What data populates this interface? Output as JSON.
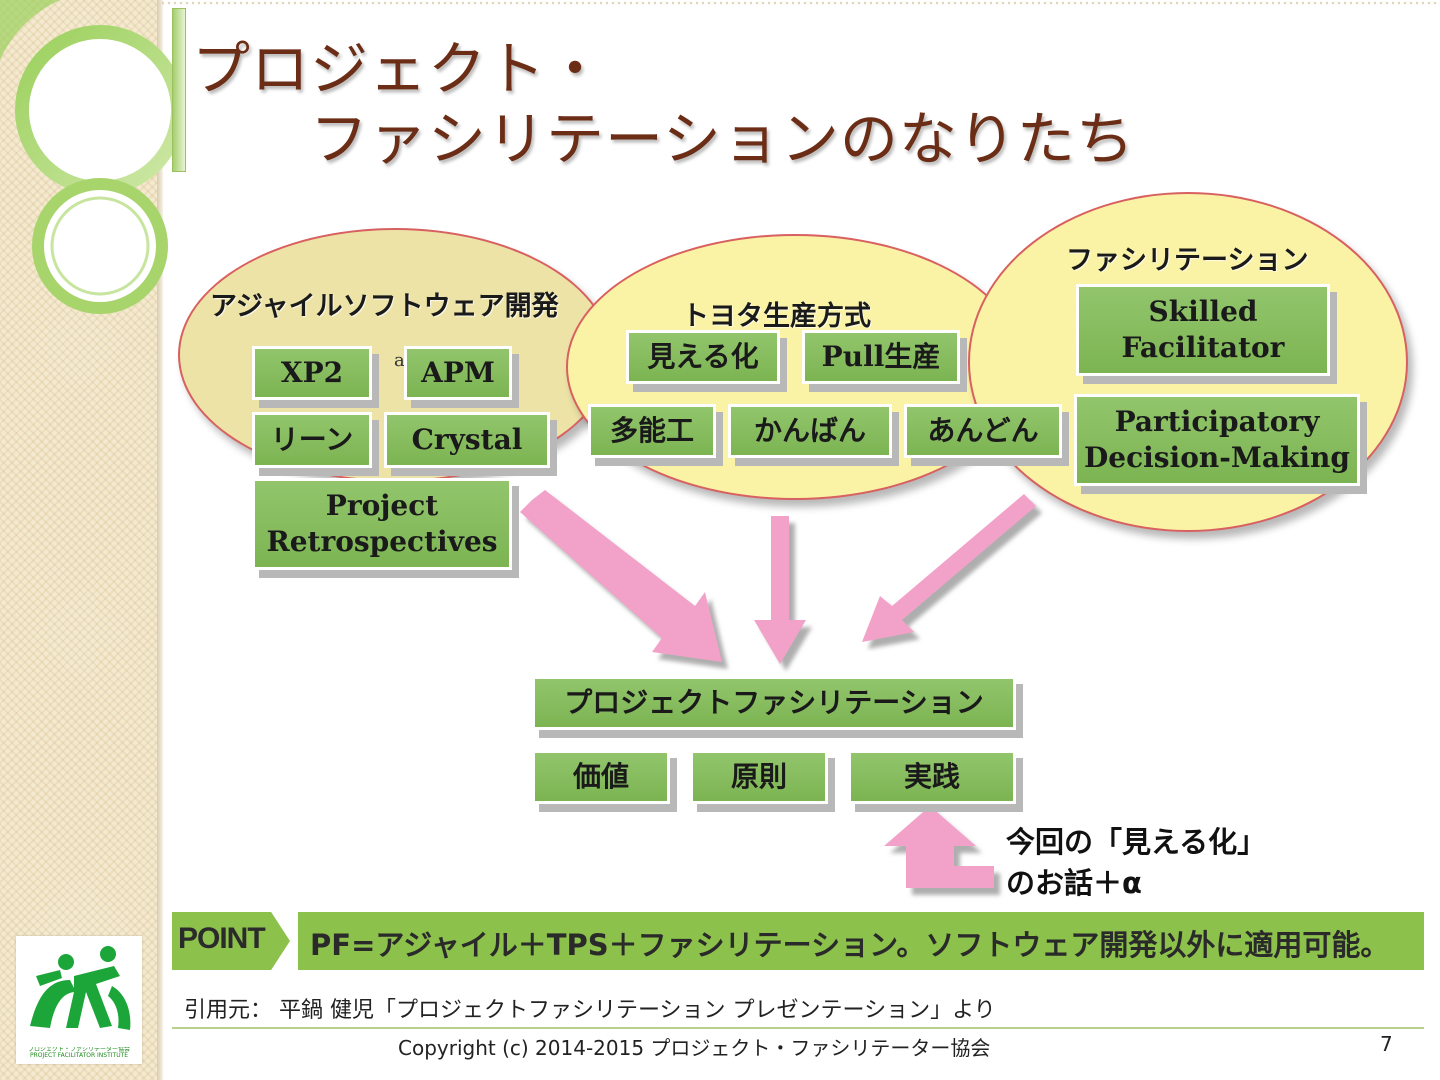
{
  "title": {
    "line1": "プロジェクト・",
    "line2": "ファシリテーションのなりたち"
  },
  "groups": {
    "agile": {
      "label": "アジャイルソフトウェア開発",
      "items": [
        "XP2",
        "APM",
        "リーン",
        "Crystal",
        "Project Retrospectives"
      ]
    },
    "toyota": {
      "label": "トヨタ生産方式",
      "items": [
        "見える化",
        "Pull生産",
        "多能工",
        "かんばん",
        "あんどん"
      ]
    },
    "facilitation": {
      "label": "ファシリテーション",
      "items": [
        "Skilled Facilitator",
        "Participatory Decision-Making"
      ]
    }
  },
  "stray_mark": "a",
  "result": {
    "title": "プロジェクトファシリテーション",
    "items": [
      "価値",
      "原則",
      "実践"
    ]
  },
  "callout": {
    "line1": "今回の「見える化」",
    "line2": "のお話＋α"
  },
  "point": {
    "label": "POINT",
    "text": "PF=アジャイル＋TPS＋ファシリテーション。ソフトウェア開発以外に適用可能。"
  },
  "source": "引用元： 平鍋 健児「プロジェクトファシリテーション プレゼンテーション」より",
  "footer": {
    "copyright": "Copyright (c) 2014-2015 プロジェクト・ファシリテーター協会",
    "page": "7"
  },
  "logo": {
    "caption_line1": "プロジェクト・ファシリテーター協会",
    "caption_line2": "PROJECT FACILITATOR INSTITUTE"
  },
  "colors": {
    "title": "#6b2d16",
    "box_green": "#8cc06a",
    "ellipse_yellow": "#faf2a4",
    "arrow_pink": "#f0a0c8",
    "point_green": "#8cc14c"
  }
}
